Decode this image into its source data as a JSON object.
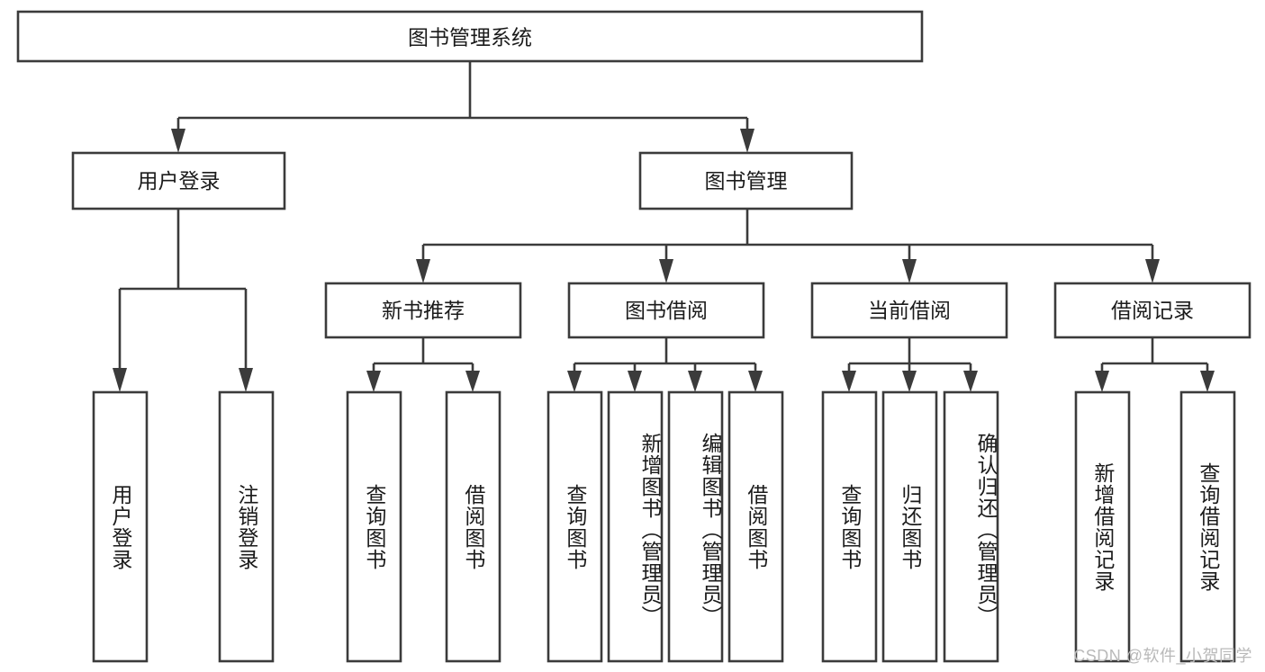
{
  "diagram": {
    "title": "图书管理系统",
    "type": "tree-hierarchy-chart",
    "root": {
      "label": "图书管理系统"
    },
    "level2": [
      {
        "label": "用户登录"
      },
      {
        "label": "图书管理"
      }
    ],
    "level3": [
      {
        "label": "新书推荐"
      },
      {
        "label": "图书借阅"
      },
      {
        "label": "当前借阅"
      },
      {
        "label": "借阅记录"
      }
    ],
    "leaves": {
      "user_login": [
        {
          "label": "用户登录"
        },
        {
          "label": "注销登录"
        }
      ],
      "new_book_recommend": [
        {
          "label": "查询图书"
        },
        {
          "label": "借阅图书"
        }
      ],
      "book_borrow": [
        {
          "label": "查询图书"
        },
        {
          "label": "新增图书（管理员）"
        },
        {
          "label": "编辑图书（管理员）"
        },
        {
          "label": "借阅图书"
        }
      ],
      "current_borrow": [
        {
          "label": "查询图书"
        },
        {
          "label": "归还图书"
        },
        {
          "label": "确认归还（管理员）"
        }
      ],
      "borrow_record": [
        {
          "label": "新增借阅记录"
        },
        {
          "label": "查询借阅记录"
        }
      ]
    },
    "watermark": "CSDN @软件_小贺同学",
    "colors": {
      "stroke": "#3b3b3b",
      "fill": "#ffffff",
      "text": "#1b1b1b",
      "watermark": "#b9b9b9",
      "background": "#ffffff"
    }
  }
}
